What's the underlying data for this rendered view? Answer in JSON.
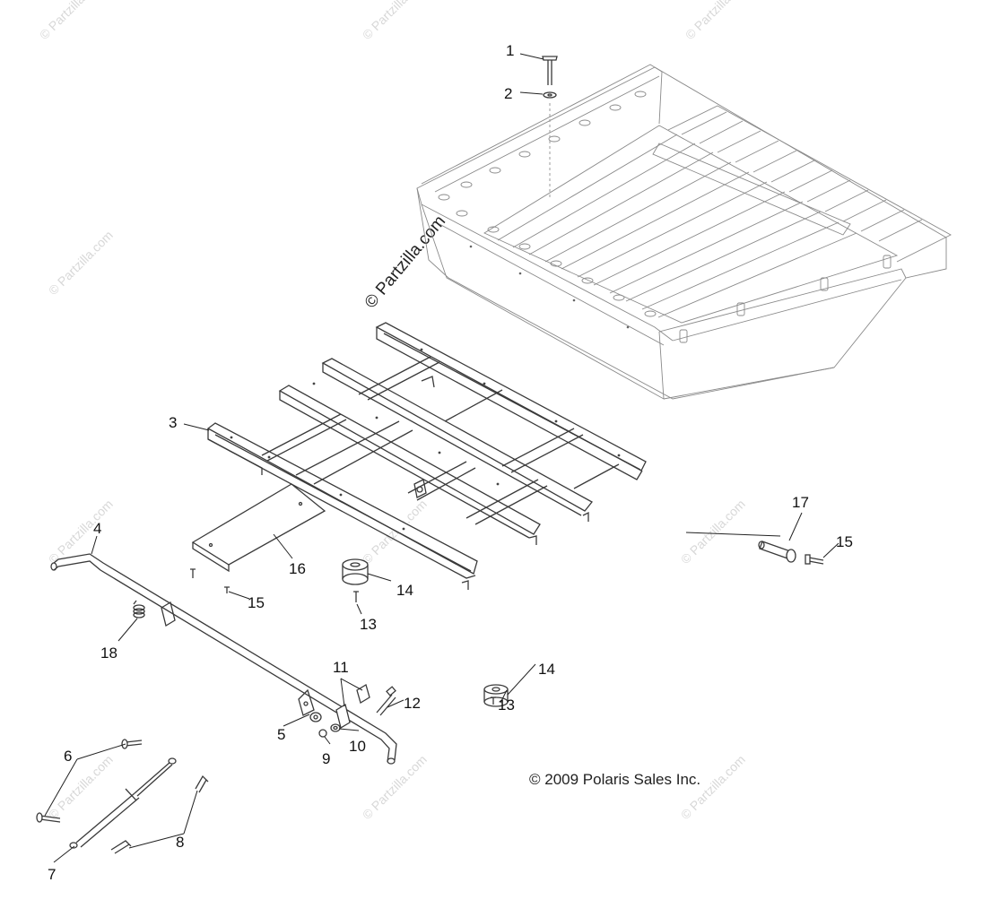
{
  "watermark": {
    "text": "© Partzilla.com",
    "center_text": "© Partzilla.com"
  },
  "copyright": "© 2009 Polaris Sales Inc.",
  "callouts": [
    {
      "id": "c1",
      "label": "1"
    },
    {
      "id": "c2",
      "label": "2"
    },
    {
      "id": "c3",
      "label": "3"
    },
    {
      "id": "c4",
      "label": "4"
    },
    {
      "id": "c5",
      "label": "5"
    },
    {
      "id": "c6",
      "label": "6"
    },
    {
      "id": "c7",
      "label": "7"
    },
    {
      "id": "c8",
      "label": "8"
    },
    {
      "id": "c9",
      "label": "9"
    },
    {
      "id": "c10",
      "label": "10"
    },
    {
      "id": "c11",
      "label": "11"
    },
    {
      "id": "c12",
      "label": "12"
    },
    {
      "id": "c13a",
      "label": "13"
    },
    {
      "id": "c13b",
      "label": "13"
    },
    {
      "id": "c14a",
      "label": "14"
    },
    {
      "id": "c14b",
      "label": "14"
    },
    {
      "id": "c15a",
      "label": "15"
    },
    {
      "id": "c15b",
      "label": "15"
    },
    {
      "id": "c16",
      "label": "16"
    },
    {
      "id": "c17",
      "label": "17"
    },
    {
      "id": "c18",
      "label": "18"
    }
  ]
}
